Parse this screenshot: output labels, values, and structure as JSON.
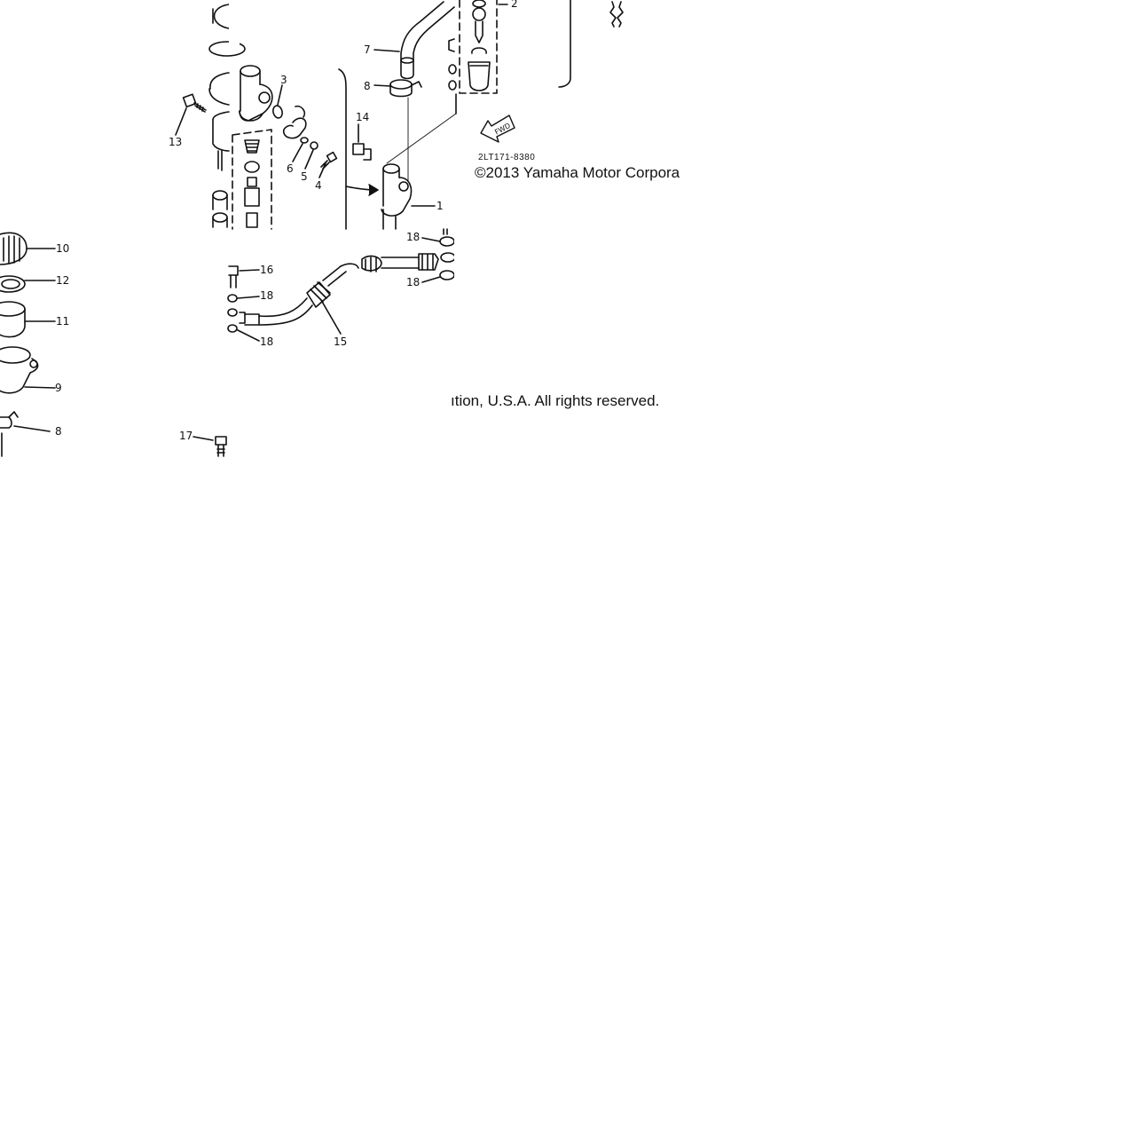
{
  "diagram": {
    "callouts": [
      {
        "id": "c1",
        "text": "1"
      },
      {
        "id": "c2",
        "text": "2"
      },
      {
        "id": "c3",
        "text": "3"
      },
      {
        "id": "c4",
        "text": "4"
      },
      {
        "id": "c5",
        "text": "5"
      },
      {
        "id": "c6",
        "text": "6"
      },
      {
        "id": "c7",
        "text": "7"
      },
      {
        "id": "c8a",
        "text": "8"
      },
      {
        "id": "c8b",
        "text": "8"
      },
      {
        "id": "c9",
        "text": "9"
      },
      {
        "id": "c10",
        "text": "10"
      },
      {
        "id": "c11",
        "text": "11"
      },
      {
        "id": "c12",
        "text": "12"
      },
      {
        "id": "c13",
        "text": "13"
      },
      {
        "id": "c14",
        "text": "14"
      },
      {
        "id": "c15",
        "text": "15"
      },
      {
        "id": "c16",
        "text": "16"
      },
      {
        "id": "c17",
        "text": "17"
      },
      {
        "id": "c18a",
        "text": "18"
      },
      {
        "id": "c18b",
        "text": "18"
      },
      {
        "id": "c18c",
        "text": "18"
      },
      {
        "id": "c18d",
        "text": "18"
      }
    ],
    "fwd_label": "FWD",
    "part_code": "2LT171-8380",
    "copyright_part1": "©2013 Yamaha Motor Corpora",
    "copyright_part2": "ıtion, U.S.A. All rights reserved."
  }
}
